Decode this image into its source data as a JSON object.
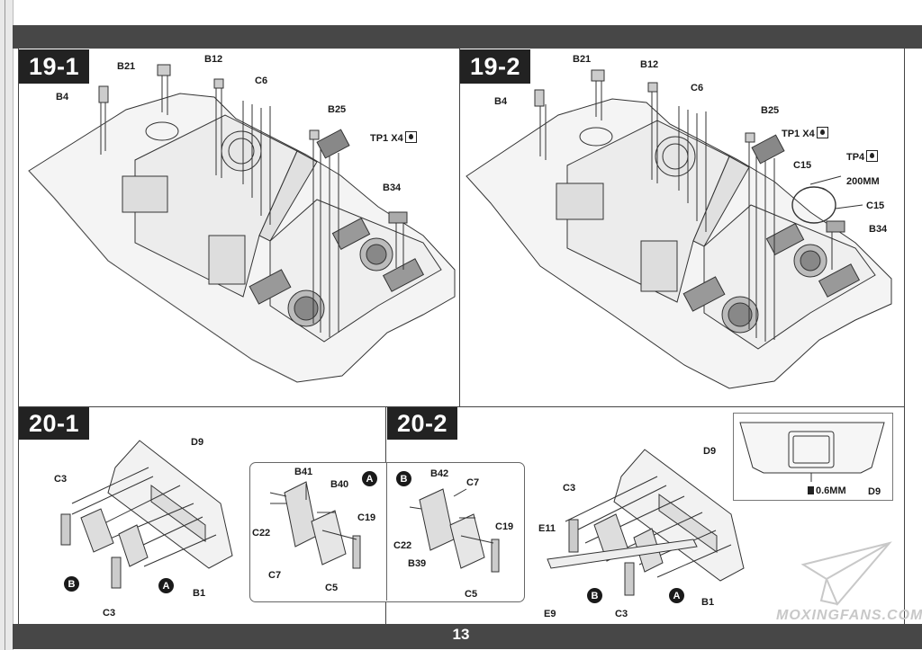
{
  "page": {
    "number": "13",
    "watermark": "MOXINGFANS.COM"
  },
  "steps": {
    "s19_1": {
      "title": "19-1",
      "labels": {
        "b21": "B21",
        "b12": "B12",
        "b4": "B4",
        "c6": "C6",
        "b25": "B25",
        "tp1": "TP1 X4",
        "b34": "B34"
      }
    },
    "s19_2": {
      "title": "19-2",
      "labels": {
        "b21": "B21",
        "b12": "B12",
        "b4": "B4",
        "c6": "C6",
        "b25": "B25",
        "tp1": "TP1 X4",
        "c15a": "C15",
        "tp4": "TP4",
        "mm200": "200MM",
        "c15b": "C15",
        "b34": "B34"
      }
    },
    "s20_1": {
      "title": "20-1",
      "labels": {
        "d9": "D9",
        "c3a": "C3",
        "c3b": "C3",
        "b1": "B1"
      },
      "markers": {
        "a": "A",
        "b": "B"
      },
      "sub": {
        "b41": "B41",
        "b40": "B40",
        "c22": "C22",
        "c7": "C7",
        "c19": "C19",
        "c5": "C5",
        "marker": "A"
      }
    },
    "s20_2": {
      "title": "20-2",
      "labels": {
        "d9": "D9",
        "c3a": "C3",
        "c3b": "C3",
        "e11": "E11",
        "e9": "E9",
        "b1": "B1"
      },
      "markers": {
        "a": "A",
        "b": "B"
      },
      "sub": {
        "b42": "B42",
        "c7": "C7",
        "c22": "C22",
        "b39": "B39",
        "c19": "C19",
        "c5": "C5",
        "marker": "B"
      },
      "inset": {
        "mm": "0.6MM",
        "d9": "D9"
      }
    }
  },
  "colors": {
    "bar": "#474747",
    "stepbox": "#222222",
    "line": "#444444"
  },
  "icons": {
    "glue": "glue-drop-icon",
    "paperplane": "paper-plane-logo"
  }
}
